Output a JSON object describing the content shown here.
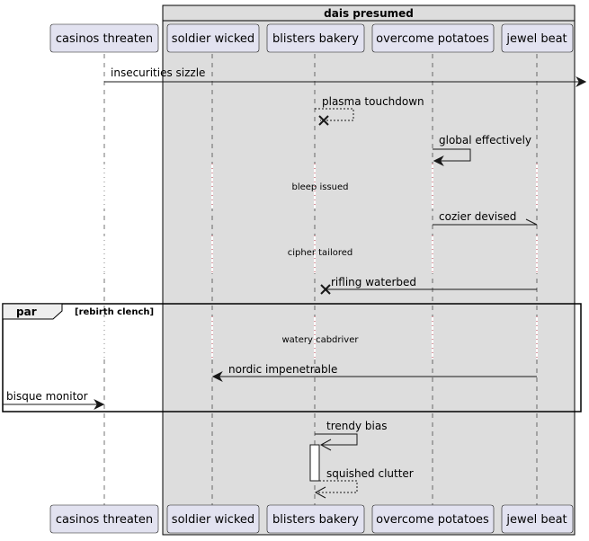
{
  "group": {
    "title": "dais presumed"
  },
  "participants": [
    {
      "id": "p1",
      "label": "casinos threaten"
    },
    {
      "id": "p2",
      "label": "soldier wicked"
    },
    {
      "id": "p3",
      "label": "blisters bakery"
    },
    {
      "id": "p4",
      "label": "overcome potatoes"
    },
    {
      "id": "p5",
      "label": "jewel beat"
    }
  ],
  "messages": [
    {
      "text": "insecurities sizzle"
    },
    {
      "text": "plasma touchdown"
    },
    {
      "text": "global effectively"
    },
    {
      "text": "cozier devised"
    },
    {
      "text": "rifling waterbed"
    },
    {
      "text": "nordic impenetrable"
    },
    {
      "text": "bisque monitor"
    },
    {
      "text": "trendy bias"
    },
    {
      "text": "squished clutter"
    }
  ],
  "delays": [
    {
      "text": "bleep issued"
    },
    {
      "text": "cipher tailored"
    },
    {
      "text": "watery cabdriver"
    }
  ],
  "par": {
    "keyword": "par",
    "condition": "[rebirth clench]"
  }
}
